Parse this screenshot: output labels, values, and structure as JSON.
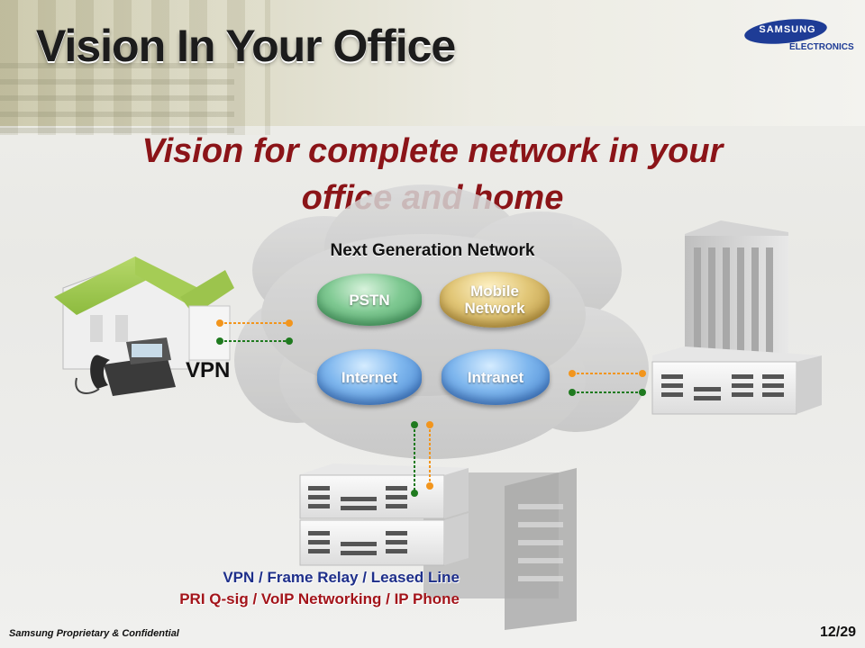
{
  "slide": {
    "title": "Vision In Your Office",
    "headline_line1": "Vision for complete network in your",
    "headline_line2": "office and home",
    "network_title": "Next Generation Network",
    "vpn_label": "VPN",
    "bottom_line1": "VPN / Frame Relay / Leased Line",
    "bottom_line2": "PRI Q-sig / VoIP Networking / IP Phone",
    "footer_left": "Samsung Proprietary & Confidential",
    "page_number": "12/29"
  },
  "logo": {
    "brand": "SAMSUNG",
    "sub": "ELECTRONICS"
  },
  "clouds": [
    {
      "label": "PSTN",
      "color": "green"
    },
    {
      "label": "Mobile Network",
      "color": "gold"
    },
    {
      "label": "Internet",
      "color": "blue"
    },
    {
      "label": "Intranet",
      "color": "blue"
    }
  ],
  "colors": {
    "title_red": "#8b1418",
    "bottom_blue": "#1e2f8a",
    "bottom_red": "#a3141a",
    "link_orange": "#f2951d",
    "link_green": "#1f7a1f",
    "logo_blue": "#1e3c96"
  }
}
